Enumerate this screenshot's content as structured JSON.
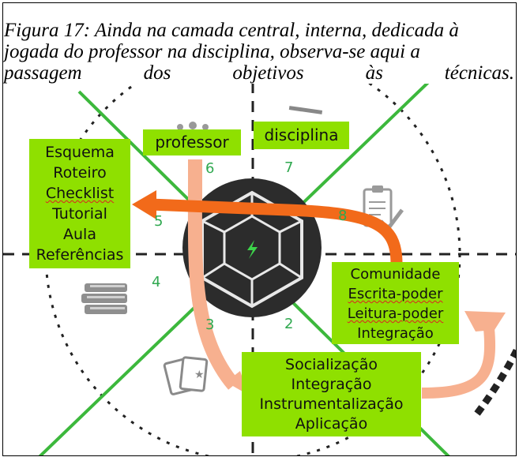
{
  "caption": {
    "line1": "Figura 17: Ainda na camada central, interna, dedicada à",
    "line2": "jogada do professor na disciplina, observa-se aqui a",
    "line3_words": [
      "passagem",
      "dos",
      "objetivos",
      "às",
      "técnicas."
    ]
  },
  "labels": {
    "professor": "professor",
    "disciplina": "disciplina"
  },
  "techniques": [
    "Esquema",
    "Roteiro",
    "Checklist",
    "Tutorial",
    "Aula",
    "Referências"
  ],
  "community": [
    "Comunidade",
    "Escrita-poder",
    "Leitura-poder",
    "Integração"
  ],
  "objectives": [
    "Socialização",
    "Integração",
    "Instrumentalização",
    "Aplicação"
  ],
  "sector_numbers": [
    "2",
    "3",
    "4",
    "5",
    "6",
    "7",
    "8"
  ],
  "icons": [
    "people-icon",
    "hammer-icon",
    "clipboard-check-icon",
    "book-stack-icon",
    "cards-icon",
    "hexagon-lightning-icon"
  ],
  "colors": {
    "label_box": "#8fe000",
    "orange_arrow": "#f26a1a",
    "peach_arrow": "#f7b08f",
    "green_line": "#3cb83c",
    "center_disc": "#2c2c2c"
  }
}
